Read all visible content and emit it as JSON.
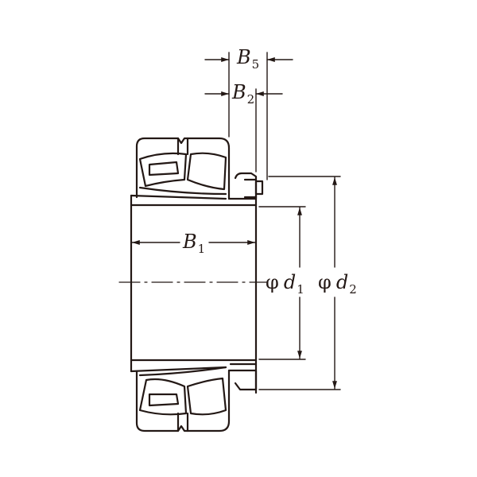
{
  "diagram": {
    "type": "technical-drawing",
    "subject": "spherical roller bearing with adapter sleeve (cross-section)",
    "colors": {
      "line": "#231815",
      "background": "#ffffff"
    },
    "labels": {
      "b5": {
        "symbol": "B",
        "sub": "5"
      },
      "b2": {
        "symbol": "B",
        "sub": "2"
      },
      "b1": {
        "symbol": "B",
        "sub": "1"
      },
      "d1": {
        "prefix": "φ",
        "symbol": "d",
        "sub": "1"
      },
      "d2": {
        "prefix": "φ",
        "symbol": "d",
        "sub": "2"
      }
    }
  }
}
